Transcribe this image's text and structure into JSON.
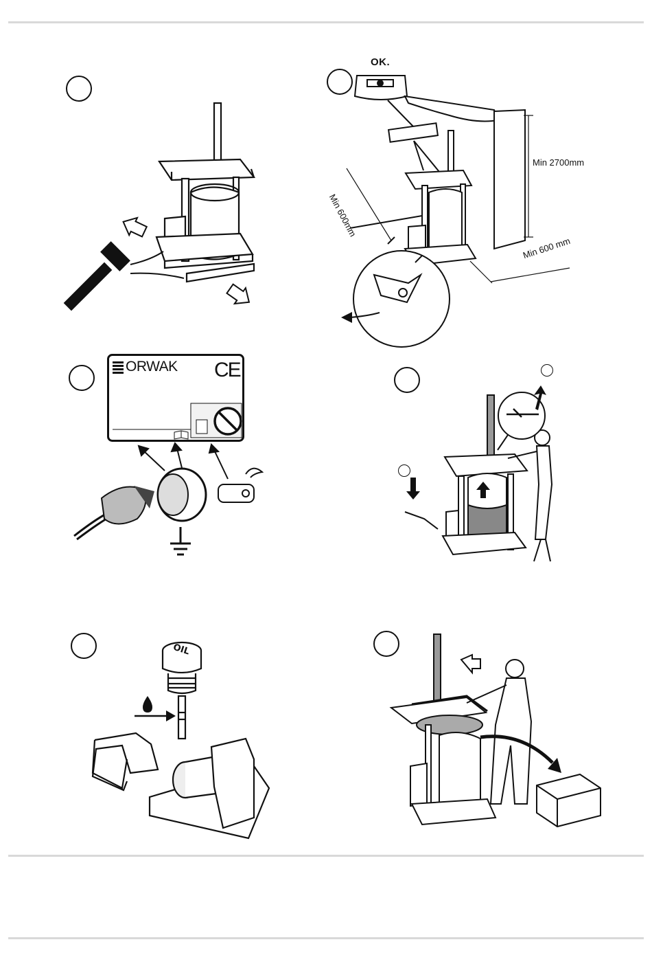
{
  "panels": {
    "level": {
      "ok_text": "OK."
    },
    "clearance": {
      "height_label": "Min  2700mm",
      "side_label": "Min 600mm",
      "back_label": "Min 600 mm"
    },
    "plate": {
      "brand": "ORWAK",
      "ce_mark": "CE"
    },
    "oil": {
      "cap_text": "OIL"
    }
  },
  "icons": [
    "hammer-icon",
    "arrow-icon",
    "ground-symbol-icon",
    "oil-drop-icon",
    "no-entry-icon",
    "book-icon"
  ]
}
